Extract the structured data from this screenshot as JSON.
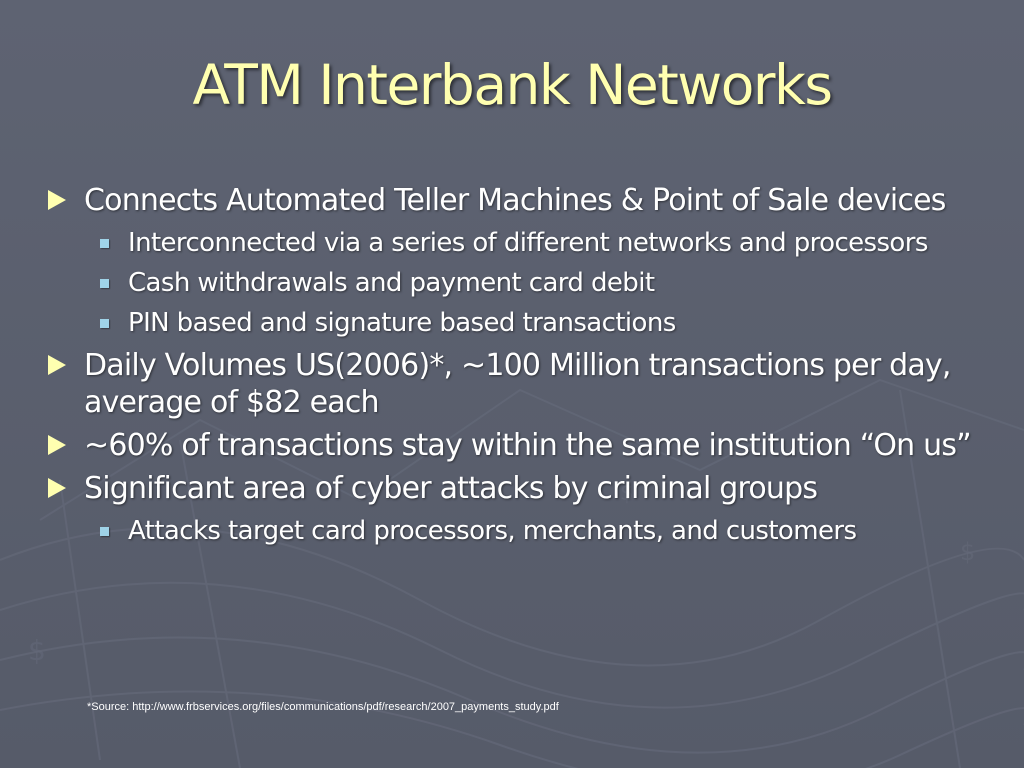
{
  "slide": {
    "title": "ATM Interbank Networks",
    "bullets": [
      {
        "text": "Connects Automated Teller Machines & Point of Sale devices",
        "subs": [
          "Interconnected via a series of different networks and processors",
          "Cash withdrawals and payment card debit",
          "PIN based and signature based transactions"
        ]
      },
      {
        "text": "Daily Volumes US(2006)*, ~100 Million transactions per day, average of $82 each",
        "subs": []
      },
      {
        "text": "~60% of transactions stay within the same institution “On us”",
        "subs": []
      },
      {
        "text": "Significant area of cyber attacks by criminal groups",
        "subs": [
          "Attacks target card processors, merchants, and customers"
        ]
      }
    ],
    "footnote": "*Source: http://www.frbservices.org/files/communications/pdf/research/2007_payments_study.pdf"
  },
  "colors": {
    "background": "#5a5f6e",
    "title": "#ffffb0",
    "text": "#ffffff",
    "bullet_l1": "#ffffb0",
    "bullet_l2": "#9fd3e8"
  },
  "icons": {
    "bullet_l1": "triangle-bullet-icon",
    "bullet_l2": "square-bullet-icon"
  }
}
